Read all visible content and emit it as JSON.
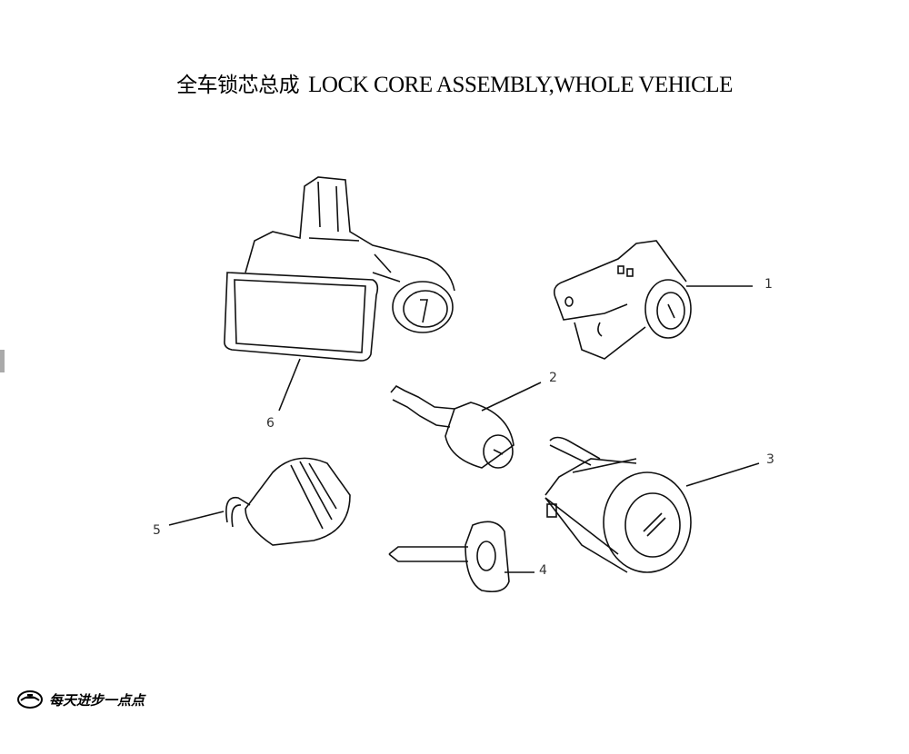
{
  "title": {
    "chinese": "全车锁芯总成",
    "english": "LOCK CORE ASSEMBLY,WHOLE VEHICLE"
  },
  "callouts": [
    "1",
    "2",
    "3",
    "4",
    "5",
    "6"
  ],
  "logo": {
    "text": "每天进步一点点"
  }
}
